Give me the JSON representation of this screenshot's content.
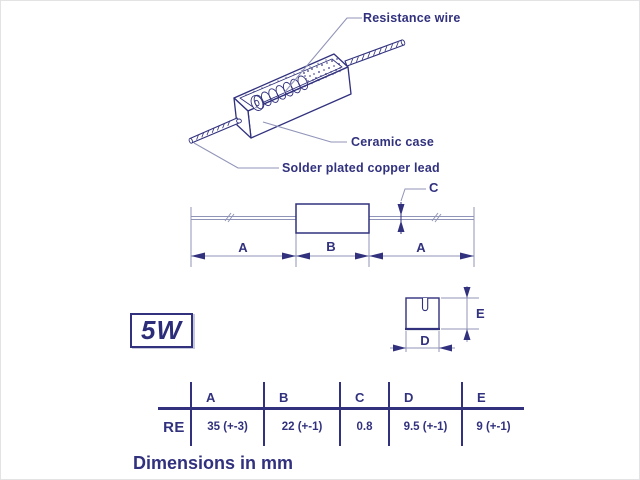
{
  "colors": {
    "ink": "#31317e",
    "line_light": "#9094b8",
    "background": "#ffffff"
  },
  "callouts": {
    "resistance_wire": "Resistance wire",
    "ceramic_case": "Ceramic case",
    "solder_lead": "Solder plated copper lead"
  },
  "side_view": {
    "dim_a_left": "A",
    "dim_b": "B",
    "dim_a_right": "A",
    "dim_c": "C"
  },
  "end_view": {
    "dim_d": "D",
    "dim_e": "E"
  },
  "wattage_badge": "5W",
  "table": {
    "row_header": "RE",
    "columns": [
      "A",
      "B",
      "C",
      "D",
      "E"
    ],
    "values": [
      "35 (+-3)",
      "22 (+-1)",
      "0.8",
      "9.5 (+-1)",
      "9 (+-1)"
    ]
  },
  "footnote": "Dimensions in mm"
}
